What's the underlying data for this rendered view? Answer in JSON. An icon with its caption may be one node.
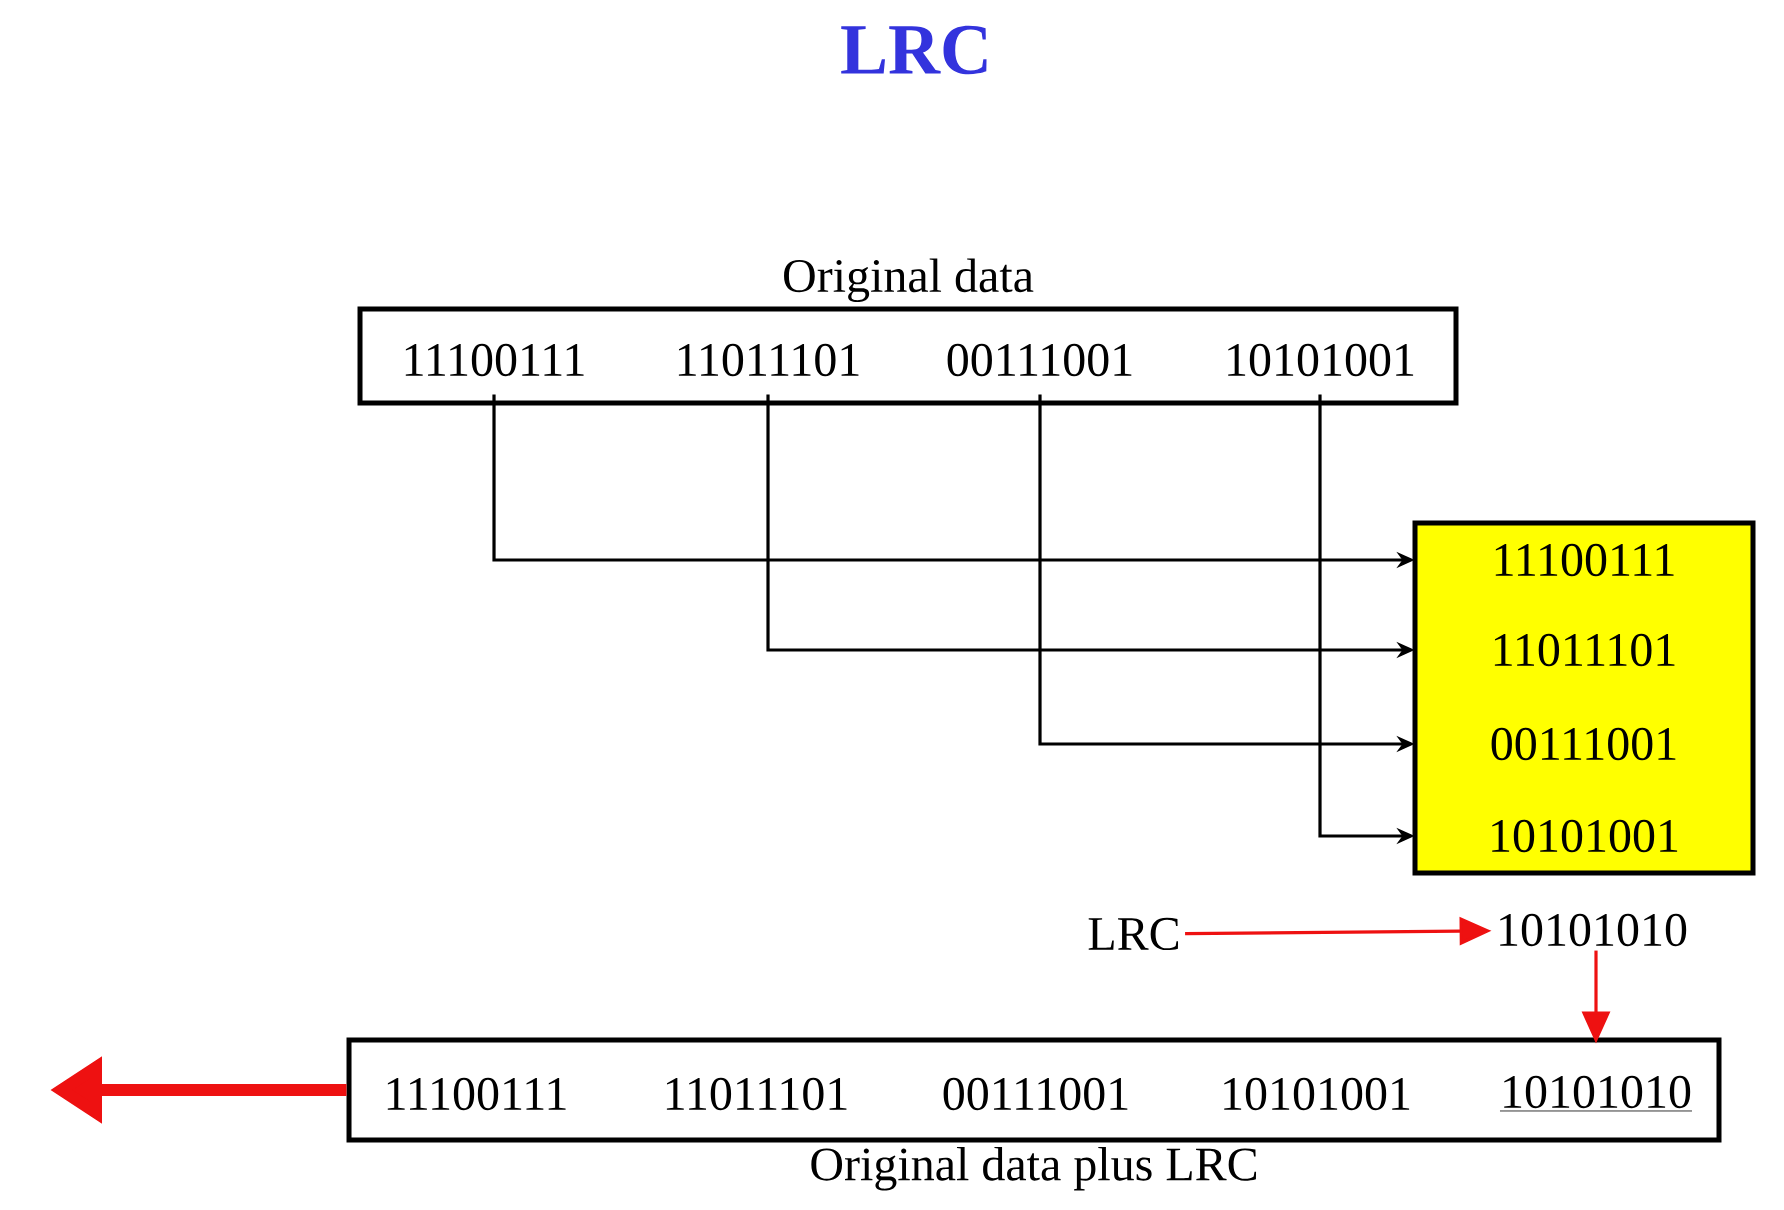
{
  "diagram": {
    "title": "LRC",
    "nodes": [
      {
        "text": [
          "Original data"
        ]
      },
      {
        "text": [
          "11100111"
        ],
        "in": 0
      },
      {
        "text": [
          "11011101"
        ],
        "in": 0
      },
      {
        "text": [
          "00111001"
        ],
        "in": 0
      },
      {
        "text": [
          "10101001"
        ],
        "in": 0
      },
      {
        "text": [],
        "shape": "box"
      },
      {
        "text": [
          "11100111"
        ],
        "in": 5
      },
      {
        "text": [
          "11011101"
        ],
        "in": 5
      },
      {
        "text": [
          "00111001"
        ],
        "in": 5
      },
      {
        "text": [
          "10101001"
        ],
        "in": 5
      },
      {
        "text": [
          "LRC"
        ]
      },
      {
        "text": [
          "10101010"
        ]
      },
      {
        "text": [
          "Original data plus LRC"
        ]
      },
      {
        "text": [
          "11100111"
        ],
        "in": 12
      },
      {
        "text": [
          "11011101"
        ],
        "in": 12
      },
      {
        "text": [
          "00111001"
        ],
        "in": 12
      },
      {
        "text": [
          "10101001"
        ],
        "in": 12
      },
      {
        "text": [
          "10101010"
        ],
        "in": 12
      }
    ],
    "edges": [
      {
        "from": 1,
        "to": 6,
        "arrow": "to"
      },
      {
        "from": 2,
        "to": 7,
        "arrow": "to"
      },
      {
        "from": 3,
        "to": 8,
        "arrow": "to"
      },
      {
        "from": 4,
        "to": 9,
        "arrow": "to"
      },
      {
        "from": 10,
        "to": 11,
        "arrow": "to",
        "color": "#ee1111"
      },
      {
        "from": 11,
        "to": 17,
        "arrow": "to",
        "color": "#ee1111"
      },
      {
        "from": 12,
        "to": null,
        "arrow": "to",
        "style": "thick",
        "color": "#ee1111"
      }
    ]
  }
}
